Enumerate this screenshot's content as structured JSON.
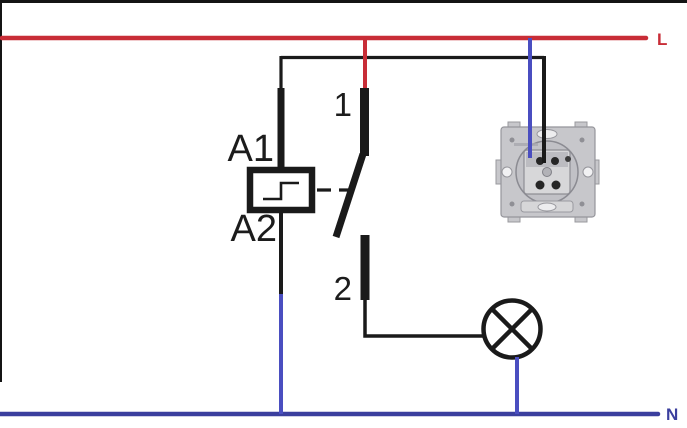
{
  "labels": {
    "live_bus": "L",
    "neutral_bus": "N",
    "relay_terminal_top": "A1",
    "relay_terminal_bottom": "A2",
    "contact_terminal_top": "1",
    "contact_terminal_bottom": "2"
  },
  "colors": {
    "live": "#c82d37",
    "neutral": "#3b3f9e",
    "blue_wire": "#4a4ec0",
    "ink": "#1a1a1a",
    "background": "#ffffff"
  },
  "icons": {
    "relay_coil": "impulse-relay-step-symbol",
    "lamp": "lamp-circle-cross-symbol",
    "switch_insert": "flush-mount-pushbutton-insert-photo"
  }
}
